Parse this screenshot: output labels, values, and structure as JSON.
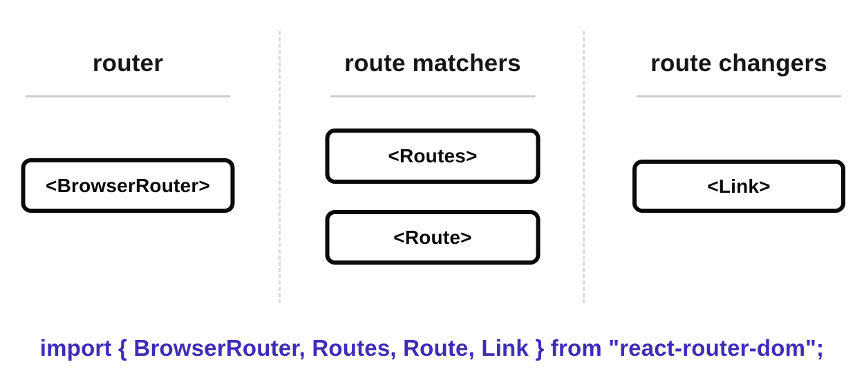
{
  "diagram": {
    "columns": [
      {
        "title": "router",
        "boxes": [
          "<BrowserRouter>"
        ]
      },
      {
        "title": "route matchers",
        "boxes": [
          "<Routes>",
          "<Route>"
        ]
      },
      {
        "title": "route changers",
        "boxes": [
          "<Link>"
        ]
      }
    ],
    "import_statement": "import { BrowserRouter, Routes, Route, Link } from \"react-router-dom\";",
    "colors": {
      "background": "#ffffff",
      "header_text": "#161616",
      "box_border": "#0a0a0a",
      "box_label": "#0a0a0a",
      "underline_rule": "#cccccc",
      "column_divider": "#d9d9d9",
      "import_text": "#3e2db8"
    }
  }
}
